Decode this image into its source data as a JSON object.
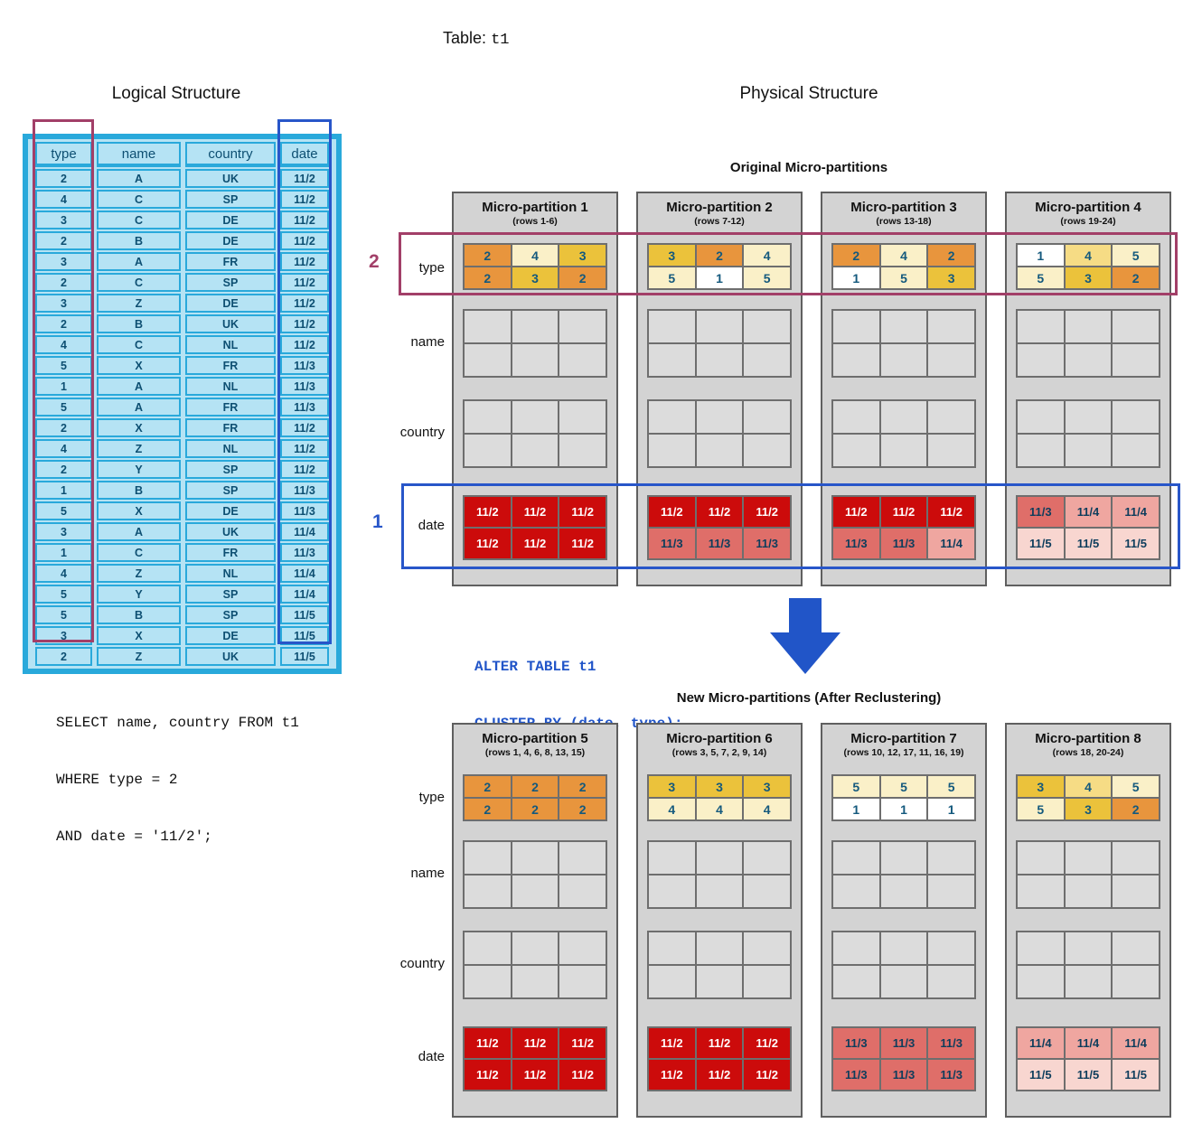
{
  "header": {
    "table_label": "Table:",
    "table_name": "t1"
  },
  "section_titles": {
    "logical": "Logical Structure",
    "physical": "Physical Structure",
    "original": "Original Micro-partitions",
    "reclustered": "New Micro-partitions (After Reclustering)"
  },
  "logical_table": {
    "headers": [
      "type",
      "name",
      "country",
      "date"
    ],
    "rows": [
      [
        "2",
        "A",
        "UK",
        "11/2"
      ],
      [
        "4",
        "C",
        "SP",
        "11/2"
      ],
      [
        "3",
        "C",
        "DE",
        "11/2"
      ],
      [
        "2",
        "B",
        "DE",
        "11/2"
      ],
      [
        "3",
        "A",
        "FR",
        "11/2"
      ],
      [
        "2",
        "C",
        "SP",
        "11/2"
      ],
      [
        "3",
        "Z",
        "DE",
        "11/2"
      ],
      [
        "2",
        "B",
        "UK",
        "11/2"
      ],
      [
        "4",
        "C",
        "NL",
        "11/2"
      ],
      [
        "5",
        "X",
        "FR",
        "11/3"
      ],
      [
        "1",
        "A",
        "NL",
        "11/3"
      ],
      [
        "5",
        "A",
        "FR",
        "11/3"
      ],
      [
        "2",
        "X",
        "FR",
        "11/2"
      ],
      [
        "4",
        "Z",
        "NL",
        "11/2"
      ],
      [
        "2",
        "Y",
        "SP",
        "11/2"
      ],
      [
        "1",
        "B",
        "SP",
        "11/3"
      ],
      [
        "5",
        "X",
        "DE",
        "11/3"
      ],
      [
        "3",
        "A",
        "UK",
        "11/4"
      ],
      [
        "1",
        "C",
        "FR",
        "11/3"
      ],
      [
        "4",
        "Z",
        "NL",
        "11/4"
      ],
      [
        "5",
        "Y",
        "SP",
        "11/4"
      ],
      [
        "5",
        "B",
        "SP",
        "11/5"
      ],
      [
        "3",
        "X",
        "DE",
        "11/5"
      ],
      [
        "2",
        "Z",
        "UK",
        "11/5"
      ]
    ]
  },
  "sql_query": [
    "SELECT name, country FROM t1",
    "WHERE type = 2",
    "AND date = '11/2';"
  ],
  "alter_sql": [
    "ALTER TABLE t1",
    "CLUSTER BY (date, type);"
  ],
  "annotations": {
    "type_callout": "2",
    "date_callout": "1"
  },
  "palette": {
    "orange": {
      "bg": "#E8953D",
      "fg": "#14597D"
    },
    "gold": {
      "bg": "#EBC23B",
      "fg": "#14597D"
    },
    "lightgold": {
      "bg": "#F6DC85",
      "fg": "#14597D"
    },
    "cream": {
      "bg": "#FAF0C8",
      "fg": "#14597D"
    },
    "white": {
      "bg": "#FFFFFF",
      "fg": "#14597D"
    },
    "red": {
      "bg": "#CC0B0B",
      "fg": "#FFFFFF"
    },
    "salmon": {
      "bg": "#DF6E69",
      "fg": "#0D3D5C"
    },
    "pink": {
      "bg": "#EFA6A0",
      "fg": "#0D3D5C"
    },
    "lightpink": {
      "bg": "#F8D6D0",
      "fg": "#0D3D5C"
    }
  },
  "physical": {
    "row_labels": [
      "type",
      "name",
      "country",
      "date"
    ],
    "original": {
      "partitions": [
        {
          "name": "Micro-partition 1",
          "rows": "(rows 1-6)",
          "type": [
            {
              "v": "2",
              "c": "orange"
            },
            {
              "v": "4",
              "c": "cream"
            },
            {
              "v": "3",
              "c": "gold"
            },
            {
              "v": "2",
              "c": "orange"
            },
            {
              "v": "3",
              "c": "gold"
            },
            {
              "v": "2",
              "c": "orange"
            }
          ],
          "date": [
            {
              "v": "11/2",
              "c": "red"
            },
            {
              "v": "11/2",
              "c": "red"
            },
            {
              "v": "11/2",
              "c": "red"
            },
            {
              "v": "11/2",
              "c": "red"
            },
            {
              "v": "11/2",
              "c": "red"
            },
            {
              "v": "11/2",
              "c": "red"
            }
          ]
        },
        {
          "name": "Micro-partition 2",
          "rows": "(rows 7-12)",
          "type": [
            {
              "v": "3",
              "c": "gold"
            },
            {
              "v": "2",
              "c": "orange"
            },
            {
              "v": "4",
              "c": "cream"
            },
            {
              "v": "5",
              "c": "cream"
            },
            {
              "v": "1",
              "c": "white"
            },
            {
              "v": "5",
              "c": "cream"
            }
          ],
          "date": [
            {
              "v": "11/2",
              "c": "red"
            },
            {
              "v": "11/2",
              "c": "red"
            },
            {
              "v": "11/2",
              "c": "red"
            },
            {
              "v": "11/3",
              "c": "salmon"
            },
            {
              "v": "11/3",
              "c": "salmon"
            },
            {
              "v": "11/3",
              "c": "salmon"
            }
          ]
        },
        {
          "name": "Micro-partition 3",
          "rows": "(rows 13-18)",
          "type": [
            {
              "v": "2",
              "c": "orange"
            },
            {
              "v": "4",
              "c": "cream"
            },
            {
              "v": "2",
              "c": "orange"
            },
            {
              "v": "1",
              "c": "white"
            },
            {
              "v": "5",
              "c": "cream"
            },
            {
              "v": "3",
              "c": "gold"
            }
          ],
          "date": [
            {
              "v": "11/2",
              "c": "red"
            },
            {
              "v": "11/2",
              "c": "red"
            },
            {
              "v": "11/2",
              "c": "red"
            },
            {
              "v": "11/3",
              "c": "salmon"
            },
            {
              "v": "11/3",
              "c": "salmon"
            },
            {
              "v": "11/4",
              "c": "pink"
            }
          ]
        },
        {
          "name": "Micro-partition 4",
          "rows": "(rows 19-24)",
          "type": [
            {
              "v": "1",
              "c": "white"
            },
            {
              "v": "4",
              "c": "lightgold"
            },
            {
              "v": "5",
              "c": "cream"
            },
            {
              "v": "5",
              "c": "cream"
            },
            {
              "v": "3",
              "c": "gold"
            },
            {
              "v": "2",
              "c": "orange"
            }
          ],
          "date": [
            {
              "v": "11/3",
              "c": "salmon"
            },
            {
              "v": "11/4",
              "c": "pink"
            },
            {
              "v": "11/4",
              "c": "pink"
            },
            {
              "v": "11/5",
              "c": "lightpink"
            },
            {
              "v": "11/5",
              "c": "lightpink"
            },
            {
              "v": "11/5",
              "c": "lightpink"
            }
          ]
        }
      ]
    },
    "reclustered": {
      "partitions": [
        {
          "name": "Micro-partition 5",
          "rows": "(rows 1, 4, 6, 8, 13, 15)",
          "type": [
            {
              "v": "2",
              "c": "orange"
            },
            {
              "v": "2",
              "c": "orange"
            },
            {
              "v": "2",
              "c": "orange"
            },
            {
              "v": "2",
              "c": "orange"
            },
            {
              "v": "2",
              "c": "orange"
            },
            {
              "v": "2",
              "c": "orange"
            }
          ],
          "date": [
            {
              "v": "11/2",
              "c": "red"
            },
            {
              "v": "11/2",
              "c": "red"
            },
            {
              "v": "11/2",
              "c": "red"
            },
            {
              "v": "11/2",
              "c": "red"
            },
            {
              "v": "11/2",
              "c": "red"
            },
            {
              "v": "11/2",
              "c": "red"
            }
          ]
        },
        {
          "name": "Micro-partition 6",
          "rows": "(rows 3, 5, 7, 2, 9, 14)",
          "type": [
            {
              "v": "3",
              "c": "gold"
            },
            {
              "v": "3",
              "c": "gold"
            },
            {
              "v": "3",
              "c": "gold"
            },
            {
              "v": "4",
              "c": "cream"
            },
            {
              "v": "4",
              "c": "cream"
            },
            {
              "v": "4",
              "c": "cream"
            }
          ],
          "date": [
            {
              "v": "11/2",
              "c": "red"
            },
            {
              "v": "11/2",
              "c": "red"
            },
            {
              "v": "11/2",
              "c": "red"
            },
            {
              "v": "11/2",
              "c": "red"
            },
            {
              "v": "11/2",
              "c": "red"
            },
            {
              "v": "11/2",
              "c": "red"
            }
          ]
        },
        {
          "name": "Micro-partition 7",
          "rows": "(rows 10, 12, 17, 11, 16, 19)",
          "type": [
            {
              "v": "5",
              "c": "cream"
            },
            {
              "v": "5",
              "c": "cream"
            },
            {
              "v": "5",
              "c": "cream"
            },
            {
              "v": "1",
              "c": "white"
            },
            {
              "v": "1",
              "c": "white"
            },
            {
              "v": "1",
              "c": "white"
            }
          ],
          "date": [
            {
              "v": "11/3",
              "c": "salmon"
            },
            {
              "v": "11/3",
              "c": "salmon"
            },
            {
              "v": "11/3",
              "c": "salmon"
            },
            {
              "v": "11/3",
              "c": "salmon"
            },
            {
              "v": "11/3",
              "c": "salmon"
            },
            {
              "v": "11/3",
              "c": "salmon"
            }
          ]
        },
        {
          "name": "Micro-partition 8",
          "rows": "(rows 18, 20-24)",
          "type": [
            {
              "v": "3",
              "c": "gold"
            },
            {
              "v": "4",
              "c": "lightgold"
            },
            {
              "v": "5",
              "c": "cream"
            },
            {
              "v": "5",
              "c": "cream"
            },
            {
              "v": "3",
              "c": "gold"
            },
            {
              "v": "2",
              "c": "orange"
            }
          ],
          "date": [
            {
              "v": "11/4",
              "c": "pink"
            },
            {
              "v": "11/4",
              "c": "pink"
            },
            {
              "v": "11/4",
              "c": "pink"
            },
            {
              "v": "11/5",
              "c": "lightpink"
            },
            {
              "v": "11/5",
              "c": "lightpink"
            },
            {
              "v": "11/5",
              "c": "lightpink"
            }
          ]
        }
      ]
    }
  }
}
